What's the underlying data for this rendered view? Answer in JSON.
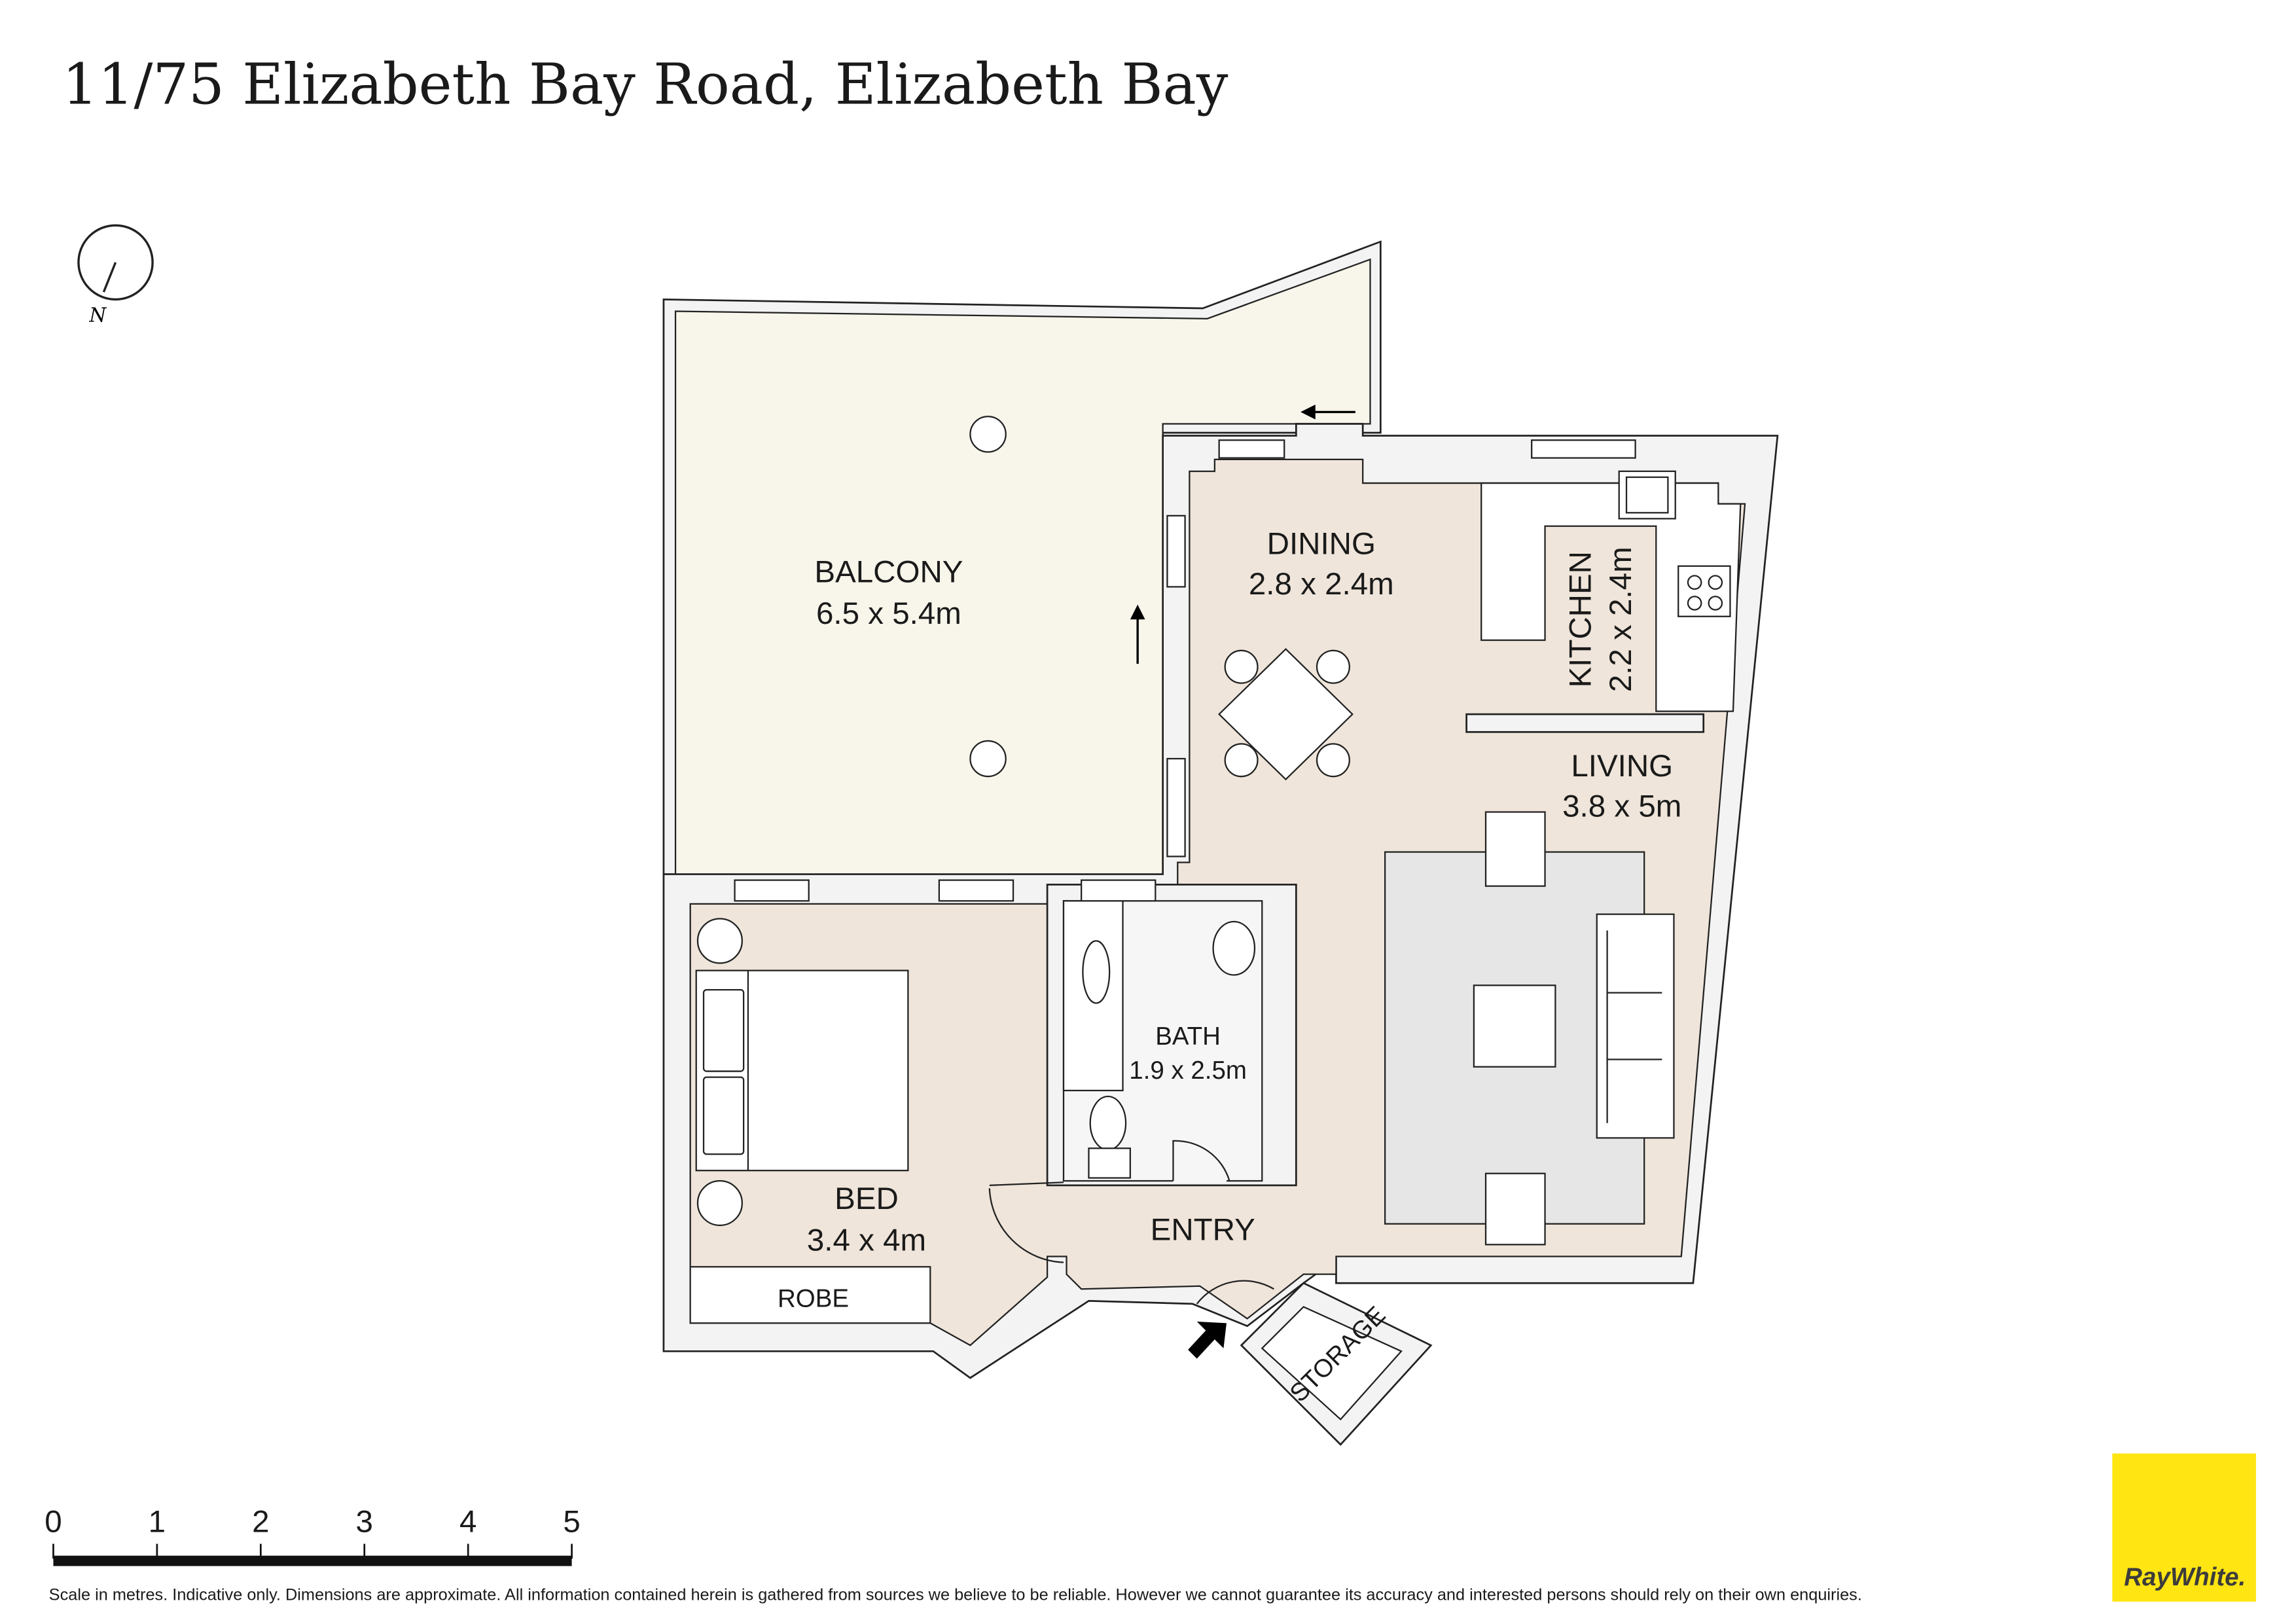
{
  "title": "11/75 Elizabeth Bay Road, Elizabeth Bay",
  "compass": {
    "label": "N"
  },
  "rooms": {
    "balcony": {
      "name": "BALCONY",
      "size": "6.5 x 5.4m"
    },
    "dining": {
      "name": "DINING",
      "size": "2.8 x 2.4m"
    },
    "kitchen": {
      "name": "KITCHEN",
      "size": "2.2 x 2.4m"
    },
    "living": {
      "name": "LIVING",
      "size": "3.8 x 5m"
    },
    "bath": {
      "name": "BATH",
      "size": "1.9 x 2.5m"
    },
    "bed": {
      "name": "BED",
      "size": "3.4 x 4m"
    },
    "entry": {
      "name": "ENTRY"
    },
    "robe": {
      "name": "ROBE"
    },
    "storage": {
      "name": "STORAGE"
    }
  },
  "scale_bar": {
    "labels": [
      "0",
      "1",
      "2",
      "3",
      "4",
      "5"
    ],
    "unit": "metres"
  },
  "disclaimer": "Scale in metres. Indicative only. Dimensions are approximate. All information contained herein is gathered from sources we believe to be reliable. However we cannot guarantee its accuracy and interested persons should rely on their own enquiries.",
  "logo": {
    "text": "RayWhite.",
    "color": "#ffe512"
  },
  "colors": {
    "floor": "#efe5da",
    "balcony": "#f8f5ea",
    "rug": "#e6e6e6",
    "wall": "#f3f3f3"
  }
}
